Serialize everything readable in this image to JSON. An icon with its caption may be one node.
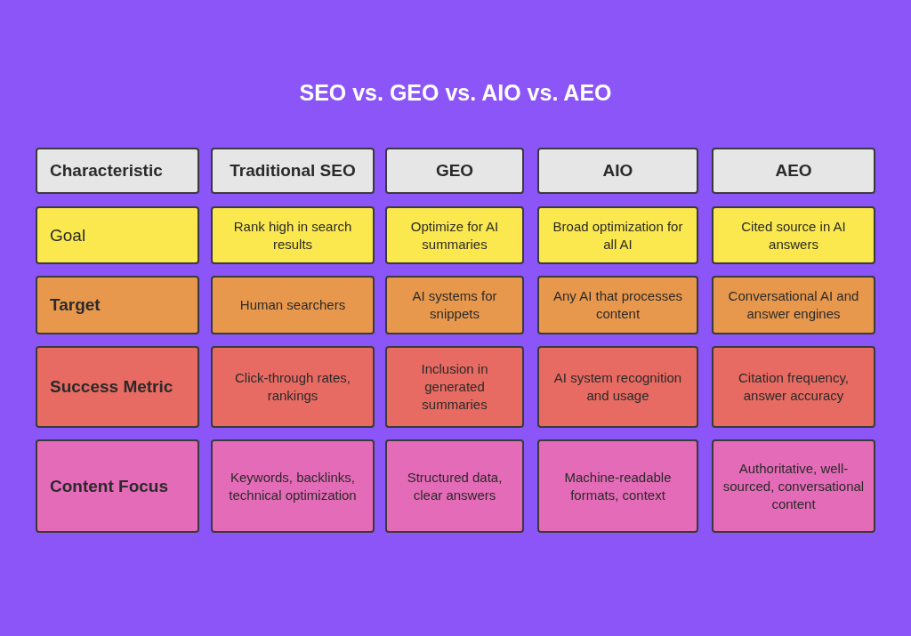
{
  "diagram": {
    "title": "SEO vs. GEO vs. AIO vs. AEO",
    "nodes": [
      {
        "text": [
          "Characteristic"
        ]
      },
      {
        "text": [
          "Traditional SEO"
        ]
      },
      {
        "text": [
          "GEO"
        ]
      },
      {
        "text": [
          "AIO"
        ]
      },
      {
        "text": [
          "AEO"
        ]
      },
      {
        "text": [
          "Goal"
        ]
      },
      {
        "text": [
          "Rank high in search results"
        ]
      },
      {
        "text": [
          "Optimize for AI summaries"
        ]
      },
      {
        "text": [
          "Broad optimization for all AI"
        ]
      },
      {
        "text": [
          "Cited source in AI answers"
        ]
      },
      {
        "text": [
          "Target"
        ]
      },
      {
        "text": [
          "Human searchers"
        ]
      },
      {
        "text": [
          "AI systems for snippets"
        ]
      },
      {
        "text": [
          "Any AI that processes content"
        ]
      },
      {
        "text": [
          "Conversational AI and answer engines"
        ]
      },
      {
        "text": [
          "Success Metric"
        ]
      },
      {
        "text": [
          "Click-through rates, rankings"
        ]
      },
      {
        "text": [
          "Inclusion in generated summaries"
        ]
      },
      {
        "text": [
          "AI system recognition and usage"
        ]
      },
      {
        "text": [
          "Citation frequency, answer accuracy"
        ]
      },
      {
        "text": [
          "Content Focus"
        ]
      },
      {
        "text": [
          "Keywords, backlinks, technical optimization"
        ]
      },
      {
        "text": [
          "Structured data, clear answers"
        ]
      },
      {
        "text": [
          "Machine-readable formats, context"
        ]
      },
      {
        "text": [
          "Authoritative, well-sourced, conversational content"
        ]
      }
    ]
  }
}
